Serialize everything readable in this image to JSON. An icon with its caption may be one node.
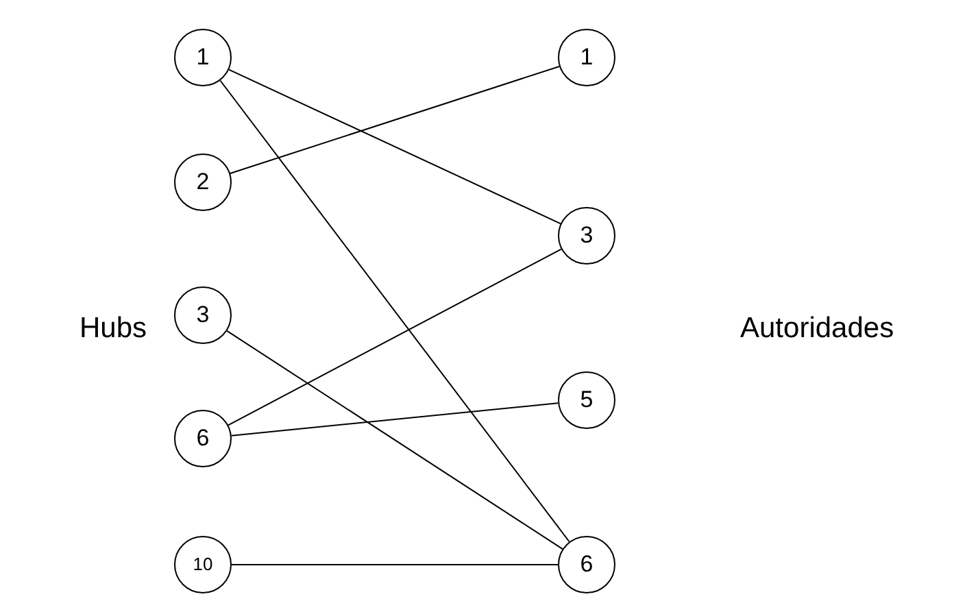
{
  "diagram": {
    "nodes": [
      {
        "text": [
          "1"
        ]
      },
      {
        "text": [
          "2"
        ]
      },
      {
        "text": [
          "3"
        ]
      },
      {
        "text": [
          "6"
        ]
      },
      {
        "text": [
          "10"
        ]
      },
      {
        "text": [
          "1"
        ]
      },
      {
        "text": [
          "3"
        ]
      },
      {
        "text": [
          "5"
        ]
      },
      {
        "text": [
          "6"
        ]
      }
    ],
    "edges": [
      {
        "from": 0,
        "to": 6,
        "arrow": "none"
      },
      {
        "from": 0,
        "to": 8,
        "arrow": "none"
      },
      {
        "from": 1,
        "to": 5,
        "arrow": "none"
      },
      {
        "from": 2,
        "to": 8,
        "arrow": "none"
      },
      {
        "from": 3,
        "to": 6,
        "arrow": "none"
      },
      {
        "from": 3,
        "to": 7,
        "arrow": "none"
      },
      {
        "from": 4,
        "to": 8,
        "arrow": "none"
      }
    ],
    "labels": [
      "Hubs",
      "Autoridades"
    ]
  }
}
